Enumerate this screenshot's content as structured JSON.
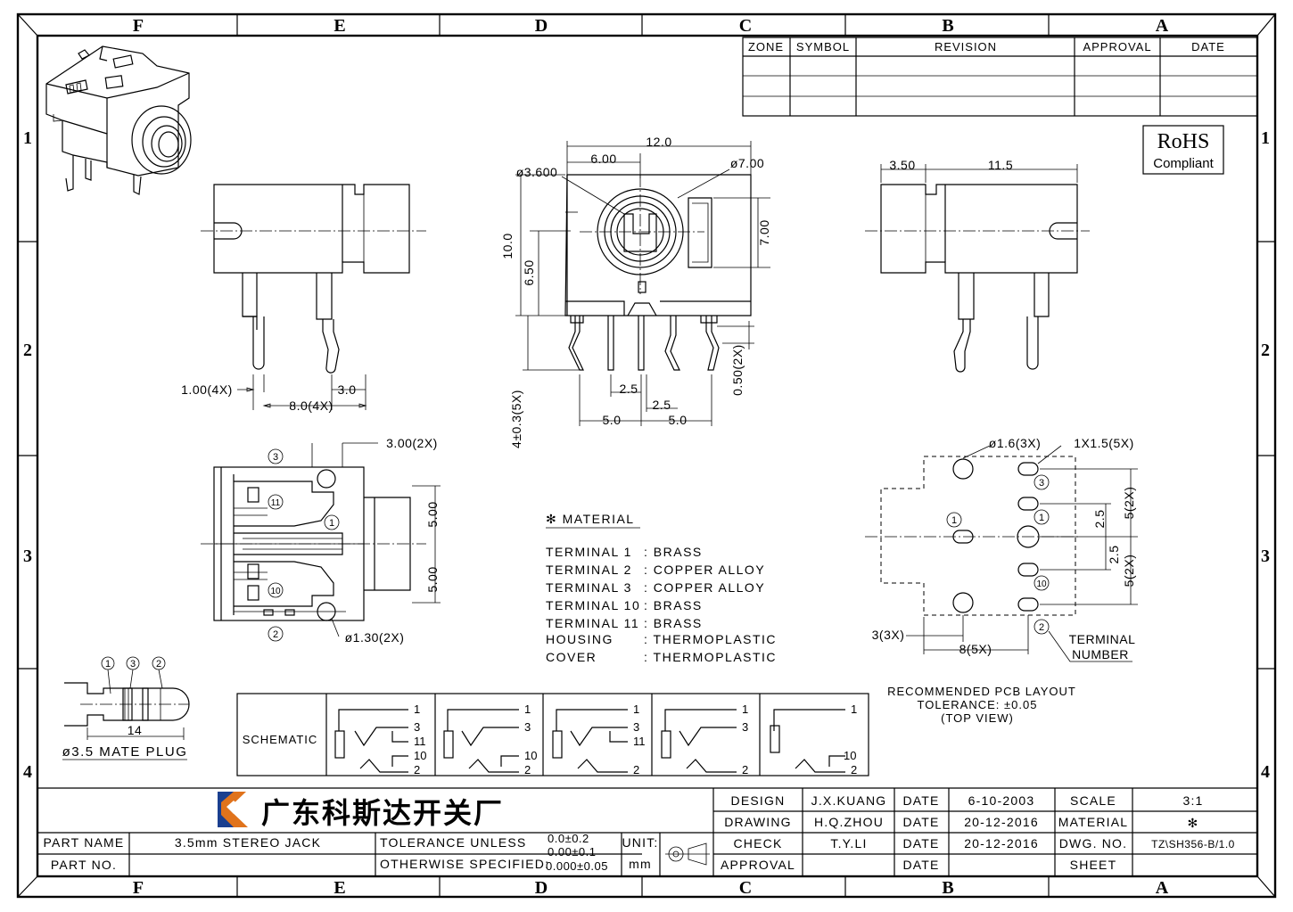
{
  "border": {
    "columns": [
      "F",
      "E",
      "D",
      "C",
      "B",
      "A"
    ],
    "rows": [
      "1",
      "2",
      "3",
      "4"
    ]
  },
  "revision_table": {
    "headers": [
      "ZONE",
      "SYMBOL",
      "REVISION",
      "APPROVAL",
      "DATE"
    ]
  },
  "rohs": {
    "title": "RoHS",
    "subtitle": "Compliant"
  },
  "side_view_left": {
    "dim_terminal_width": "1.00(4X)",
    "dim_spacing": "8.0(4X)",
    "dim_offset": "3.0"
  },
  "front_view": {
    "dim_width": "12.0",
    "dim_center": "6.00",
    "dim_hole": "ø3.600",
    "dim_outer": "ø7.00",
    "dim_height": "10.0",
    "dim_center_height": "6.50",
    "dim_body": "7.00",
    "dim_pin_length": "4±0.3(5X)",
    "dim_pin_thick": "0.50(2X)",
    "dim_pitch_a": "2.5",
    "dim_pitch_b": "2.5",
    "dim_pitch_c": "5.0",
    "dim_pitch_d": "5.0"
  },
  "side_view_right": {
    "dim_a": "3.50",
    "dim_b": "11.5"
  },
  "top_view": {
    "dim_pin_width": "3.00(2X)",
    "dim_upper": "5.00",
    "dim_lower": "5.00",
    "dim_hole": "ø1.30(2X)",
    "terminals": [
      "3",
      "11",
      "1",
      "10",
      "2"
    ]
  },
  "material": {
    "title": "✻ MATERIAL",
    "items": [
      {
        "name": "TERMINAL  1",
        "value": ": BRASS"
      },
      {
        "name": "TERMINAL  2",
        "value": ": COPPER  ALLOY"
      },
      {
        "name": "TERMINAL  3",
        "value": ": COPPER  ALLOY"
      },
      {
        "name": "TERMINAL  10",
        "value": ": BRASS"
      },
      {
        "name": "TERMINAL  11",
        "value": ": BRASS"
      },
      {
        "name": "HOUSING",
        "value": ": THERMOPLASTIC"
      },
      {
        "name": "COVER",
        "value": ": THERMOPLASTIC"
      }
    ]
  },
  "pcb_layout": {
    "dim_hole": "ø1.6(3X)",
    "dim_slot": "1X1.5(5X)",
    "dim_a": "2.5",
    "dim_b": "5(2X)",
    "dim_c": "2.5",
    "dim_d": "5(2X)",
    "dim_e": "3(3X)",
    "dim_f": "8(5X)",
    "terminal_label_1": "TERMINAL",
    "terminal_label_2": "NUMBER",
    "terminals": [
      "3",
      "1",
      "1",
      "10",
      "2"
    ],
    "title": "RECOMMENDED PCB LAYOUT",
    "tolerance": "TOLERANCE: ±0.05",
    "view": "(TOP VIEW)"
  },
  "plug": {
    "numbers": [
      "1",
      "3",
      "2"
    ],
    "dim_length": "14",
    "label": "ø3.5 MATE PLUG"
  },
  "schematic": {
    "label": "SCHEMATIC",
    "panels": [
      {
        "pins": [
          "1",
          "3",
          "11",
          "10",
          "2"
        ]
      },
      {
        "pins": [
          "1",
          "3",
          "10",
          "2"
        ]
      },
      {
        "pins": [
          "1",
          "3",
          "11",
          "2"
        ]
      },
      {
        "pins": [
          "1",
          "3",
          "2"
        ]
      },
      {
        "pins": [
          "1",
          "10",
          "2"
        ]
      }
    ]
  },
  "title_block": {
    "company": "广东科斯达开关厂",
    "part_name_label": "PART NAME",
    "part_name": "3.5mm  STEREO  JACK",
    "part_no_label": "PART NO.",
    "tol_label_1": "TOLERANCE  UNLESS",
    "tol_label_2": "OTHERWISE  SPECIFIED:",
    "tol_1": "0.0±0.2",
    "tol_2": "0.00±0.1",
    "tol_3": "0.000±0.05",
    "unit_label": "UNIT:",
    "unit_value": "mm",
    "design_label": "DESIGN",
    "design_name": "J.X.KUANG",
    "design_date_label": "DATE",
    "design_date": "6-10-2003",
    "drawing_label": "DRAWING",
    "drawing_name": "H.Q.ZHOU",
    "drawing_date_label": "DATE",
    "drawing_date": "20-12-2016",
    "check_label": "CHECK",
    "check_name": "T.Y.LI",
    "check_date_label": "DATE",
    "check_date": "20-12-2016",
    "approval_label": "APPROVAL",
    "approval_date_label": "DATE",
    "scale_label": "SCALE",
    "scale_value": "3:1",
    "material_label": "MATERIAL",
    "material_value": "✻",
    "dwg_label": "DWG. NO.",
    "dwg_value": "TZ\\SH356-B/1.0",
    "sheet_label": "SHEET"
  }
}
